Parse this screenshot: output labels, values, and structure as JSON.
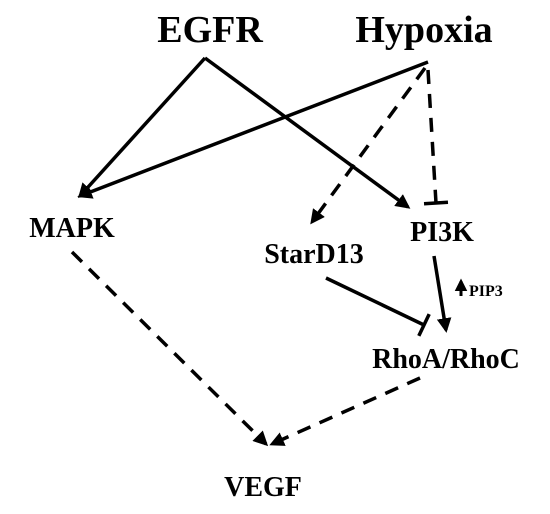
{
  "nodes": {
    "egfr": "EGFR",
    "hypoxia": "Hypoxia",
    "mapk": "MAPK",
    "pi3k": "PI3K",
    "stard13": "StarD13",
    "rho": "RhoA/RhoC",
    "vegf": "VEGF",
    "pip3": "PIP3"
  },
  "edges": [
    {
      "from": "egfr",
      "to": "mapk",
      "style": "solid",
      "head": "arrow"
    },
    {
      "from": "egfr",
      "to": "pi3k",
      "style": "solid",
      "head": "arrow"
    },
    {
      "from": "hypoxia",
      "to": "mapk",
      "style": "solid",
      "head": "arrow"
    },
    {
      "from": "hypoxia",
      "to": "stard13",
      "style": "dashed",
      "head": "arrow"
    },
    {
      "from": "hypoxia",
      "to": "pi3k",
      "style": "dashed",
      "head": "inhibit"
    },
    {
      "from": "pi3k",
      "to": "rho",
      "style": "solid",
      "head": "arrow"
    },
    {
      "from": "stard13",
      "to": "rho",
      "style": "solid",
      "head": "inhibit"
    },
    {
      "from": "mapk",
      "to": "vegf",
      "style": "dashed",
      "head": "arrow"
    },
    {
      "from": "rho",
      "to": "vegf",
      "style": "dashed",
      "head": "arrow"
    }
  ],
  "colors": {
    "ink": "#000000",
    "background": "#ffffff"
  }
}
